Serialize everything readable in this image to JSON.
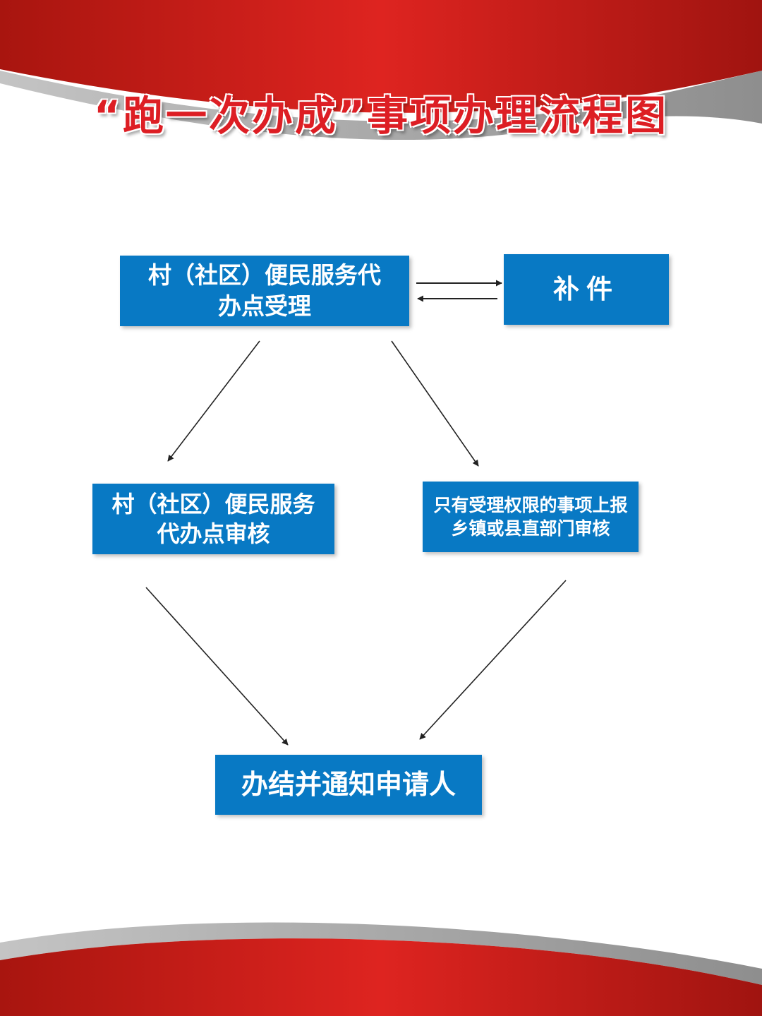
{
  "title": "“跑一次办成”事项办理流程图",
  "colors": {
    "banner_red": "#d3201f",
    "banner_dark_red": "#a51914",
    "banner_grey": "#9a9a9a",
    "box_blue": "#0879c4",
    "box_text": "#ffffff",
    "title_red": "#dd1e24",
    "arrow": "#222222"
  },
  "nodes": {
    "accept": {
      "line1": "村（社区）便民服务代",
      "line2": "办点受理"
    },
    "supplement": {
      "label": "补件"
    },
    "review": {
      "line1": "村（社区）便民服务",
      "line2": "代办点审核"
    },
    "report": {
      "line1": "只有受理权限的事项上报",
      "line2": "乡镇或县直部门审核"
    },
    "complete": {
      "label": "办结并通知申请人"
    }
  }
}
